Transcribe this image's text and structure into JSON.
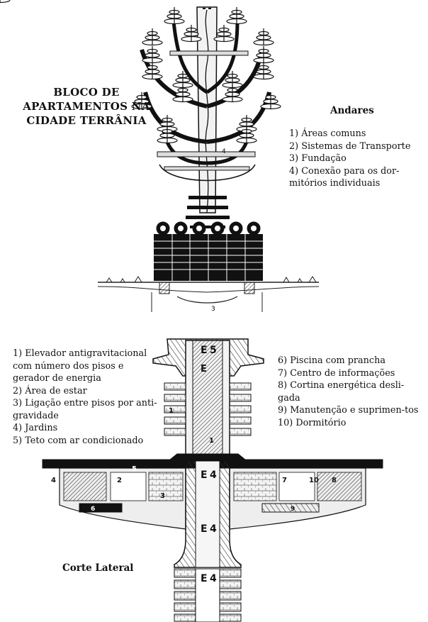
{
  "title_lines": [
    "BLOCO DE",
    "APARTAMENTOS NA",
    "CIDADE TERRÂNIA"
  ],
  "andares": {
    "heading": "Andares",
    "items": [
      "1) Áreas comuns",
      "2) Sistemas de Transporte",
      "3) Fundação",
      "4) Conexão para os dor-mitórios individuais"
    ]
  },
  "corte": {
    "left_items": [
      "1) Elevador antigravitacional com número dos pisos e gerador de energia",
      "2) Área de estar",
      "3) Ligação entre pisos por anti-gravidade",
      "4) Jardins",
      "5) Teto com ar condicionado"
    ],
    "right_items": [
      "6) Piscina com prancha",
      "7) Centro de informações",
      "8) Cortina energética desli-gada",
      "9) Manutenção e suprimen-tos",
      "10) Dormitório"
    ],
    "caption": "Corte Lateral"
  },
  "diagram_labels": {
    "top_marker_3": "3",
    "top_marker_4": "4",
    "section_numbers": [
      "1",
      "2",
      "3",
      "4",
      "5",
      "6",
      "7",
      "8",
      "9",
      "10"
    ],
    "elevator_letters": [
      "E",
      "E",
      "E",
      "E",
      "E"
    ],
    "elevator_numbers": [
      "5",
      "1",
      "4",
      "4",
      "4"
    ]
  }
}
